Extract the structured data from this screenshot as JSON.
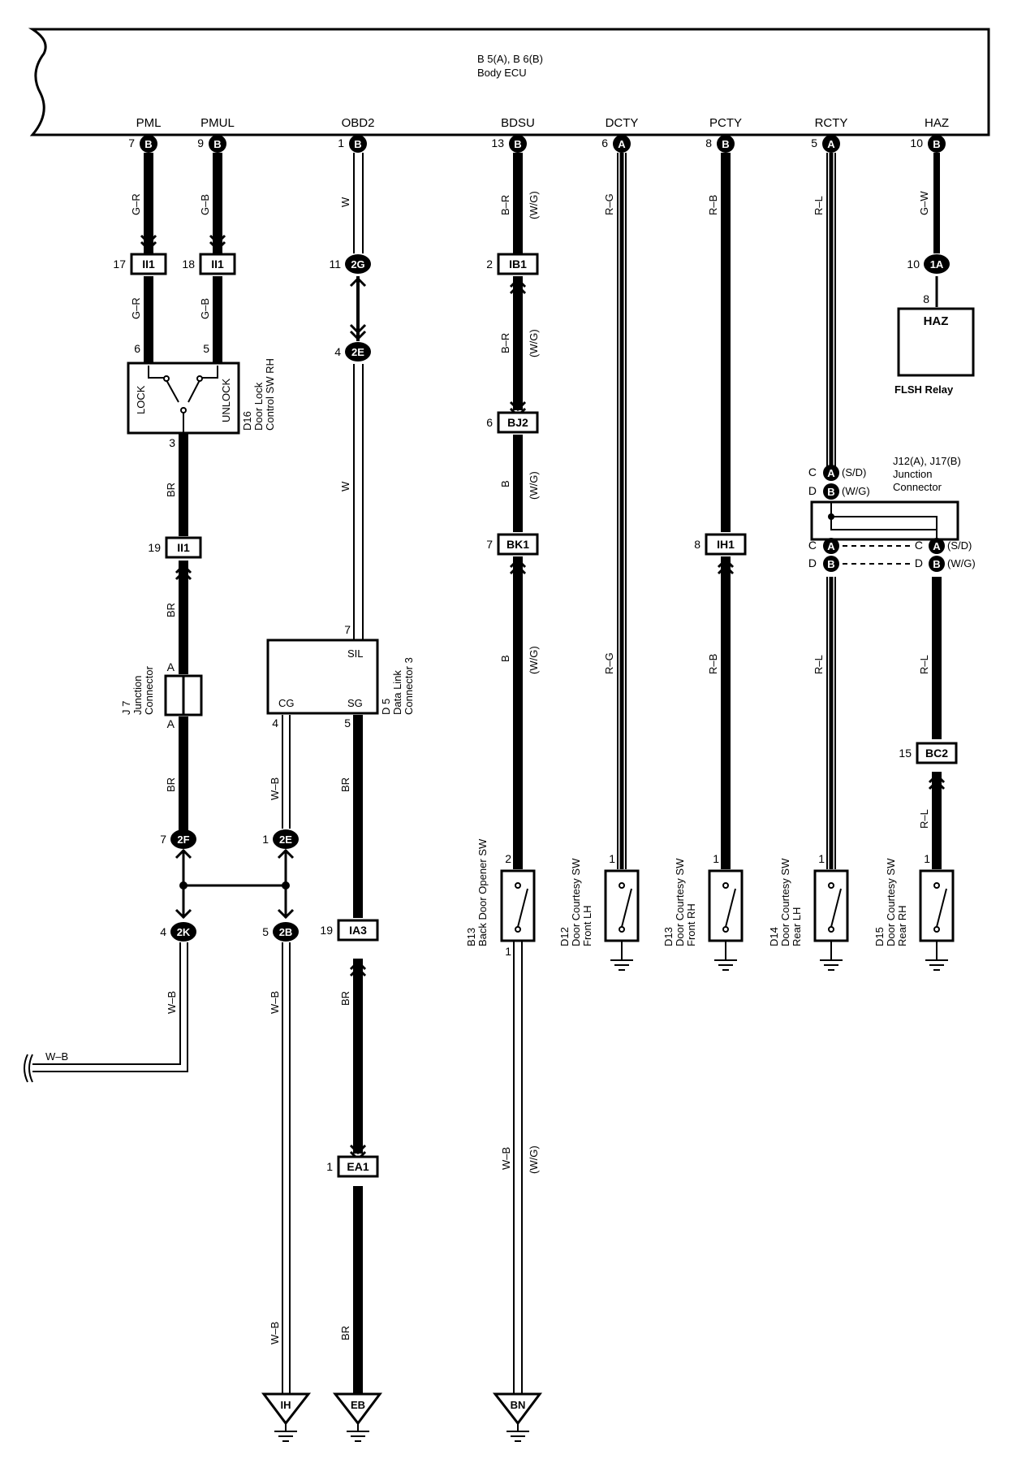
{
  "ecu": {
    "title": "B 5(A), B 6(B)",
    "name": "Body ECU",
    "terminals": [
      {
        "name": "PML",
        "pin": "7",
        "conn": "B"
      },
      {
        "name": "PMUL",
        "pin": "9",
        "conn": "B"
      },
      {
        "name": "OBD2",
        "pin": "1",
        "conn": "B"
      },
      {
        "name": "BDSU",
        "pin": "13",
        "conn": "B"
      },
      {
        "name": "DCTY",
        "pin": "6",
        "conn": "A"
      },
      {
        "name": "PCTY",
        "pin": "8",
        "conn": "B"
      },
      {
        "name": "RCTY",
        "pin": "5",
        "conn": "A"
      },
      {
        "name": "HAZ",
        "pin": "10",
        "conn": "B"
      }
    ]
  },
  "wires": {
    "gr": "G–R",
    "gb": "G–B",
    "w": "W",
    "br_wg": "B–R",
    "wg": "(W/G)",
    "rg": "R–G",
    "rb": "R–B",
    "rl": "R–L",
    "gw": "G–W",
    "br": "BR",
    "b": "B",
    "wb": "W–B"
  },
  "connectors": {
    "ii1_a": {
      "pin": "17",
      "name": "II1"
    },
    "ii1_b": {
      "pin": "18",
      "name": "II1"
    },
    "g2": {
      "pin": "11",
      "name": "2G"
    },
    "e2": {
      "pin": "4",
      "name": "2E"
    },
    "ib1": {
      "pin": "2",
      "name": "IB1"
    },
    "bj2": {
      "pin": "6",
      "name": "BJ2"
    },
    "bk1": {
      "pin": "7",
      "name": "BK1"
    },
    "ih1": {
      "pin": "8",
      "name": "IH1"
    },
    "ii1_c": {
      "pin": "19",
      "name": "II1"
    },
    "a1": {
      "pin": "10",
      "name": "1A"
    },
    "bc2": {
      "pin": "15",
      "name": "BC2"
    },
    "f2": {
      "pin": "7",
      "name": "2F"
    },
    "e2b": {
      "pin": "1",
      "name": "2E"
    },
    "k2": {
      "pin": "4",
      "name": "2K"
    },
    "b2": {
      "pin": "5",
      "name": "2B"
    },
    "ia3": {
      "pin": "19",
      "name": "IA3"
    },
    "ea1": {
      "pin": "1",
      "name": "EA1"
    }
  },
  "flsh": {
    "pin": "8",
    "inner": "HAZ",
    "name": "FLSH Relay"
  },
  "d16": {
    "lock": "LOCK",
    "unlock": "UNLOCK",
    "pin_lock": "6",
    "pin_unlock": "5",
    "pin_out": "3",
    "code": "D16",
    "line1": "Door Lock",
    "line2": "Control SW RH"
  },
  "j7": {
    "code": "J 7",
    "line1": "Junction",
    "line2": "Connector",
    "a": "A"
  },
  "d5": {
    "sil": "SIL",
    "cg": "CG",
    "sg": "SG",
    "pin_sil": "7",
    "pin_cg": "4",
    "pin_sg": "5",
    "code": "D 5",
    "line1": "Data Link",
    "line2": "Connector 3"
  },
  "j12": {
    "title": "J12(A), J17(B)",
    "line1": "Junction",
    "line2": "Connector",
    "c": "C",
    "d": "D",
    "a": "A",
    "b": "B",
    "sd": "(S/D)",
    "wg": "(W/G)"
  },
  "switches": {
    "b13": {
      "pin_top": "2",
      "pin_bottom": "1",
      "code": "B13",
      "line1": "Back Door Opener SW"
    },
    "d12": {
      "pin": "1",
      "code": "D12",
      "line1": "Door Courtesy SW",
      "line2": "Front LH"
    },
    "d13": {
      "pin": "1",
      "code": "D13",
      "line1": "Door Courtesy SW",
      "line2": "Front RH"
    },
    "d14": {
      "pin": "1",
      "code": "D14",
      "line1": "Door Courtesy SW",
      "line2": "Rear LH"
    },
    "d15": {
      "pin": "1",
      "code": "D15",
      "line1": "Door Courtesy SW",
      "line2": "Rear RH"
    }
  },
  "grounds": {
    "ih": "IH",
    "eb": "EB",
    "bn": "BN"
  }
}
